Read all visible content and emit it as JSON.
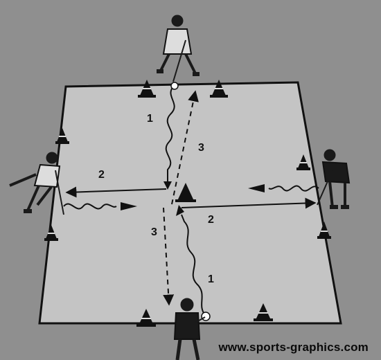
{
  "diagram": {
    "labels": {
      "top_dribble": "1",
      "bottom_dribble": "1",
      "left_pass": "2",
      "right_pass": "2",
      "top_run": "3",
      "bottom_run": "3"
    },
    "credit": "www.sports-graphics.com",
    "colors": {
      "background": "#8f8f8f",
      "field": "#c4c4c4",
      "line": "#111111",
      "cone": "#111111",
      "player": "#1a1a1a"
    }
  }
}
